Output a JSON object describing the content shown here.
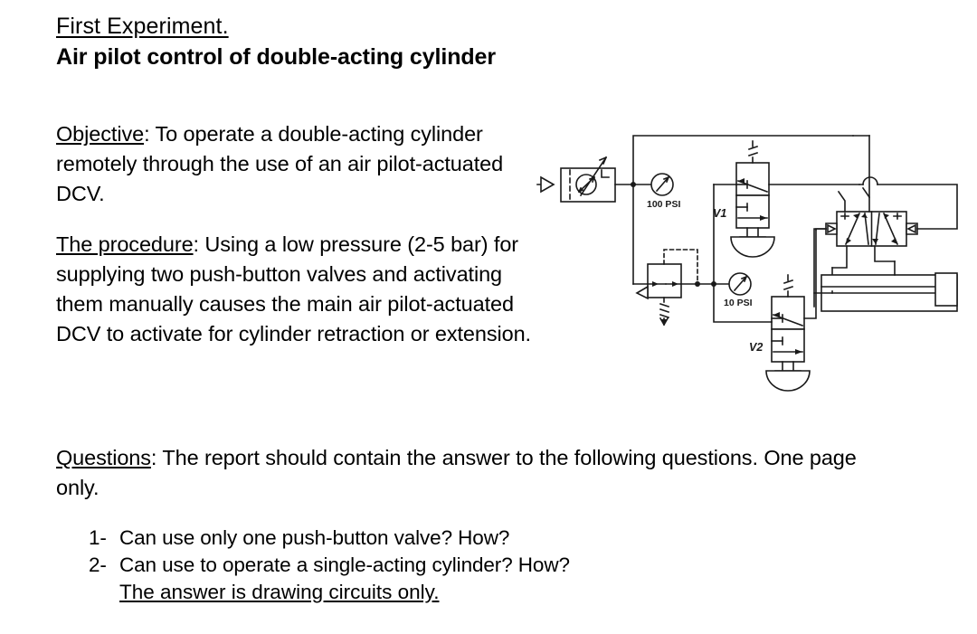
{
  "document": {
    "title": "First Experiment.",
    "subtitle": "Air pilot control of double-acting cylinder"
  },
  "sections": {
    "objective": {
      "label": "Objective",
      "separator": ": ",
      "text": "To operate a double-acting cylinder remotely through the use of an air pilot-actuated DCV."
    },
    "procedure": {
      "label": "The procedure",
      "separator": ": ",
      "text": "Using a low pressure (2-5 bar) for supplying two push-button valves and activating them manually causes the main air pilot-actuated DCV to activate for cylinder retraction or extension."
    },
    "questions": {
      "label": "Questions",
      "separator": ": ",
      "text": "The report should contain the answer to the following questions. One page only."
    }
  },
  "question_list": [
    {
      "number": "1-",
      "text": "Can use only one push-button valve? How?"
    },
    {
      "number": "2-",
      "text": "Can use to operate a single-acting cylinder? How?"
    }
  ],
  "question_note": "The answer is drawing circuits only.",
  "circuit": {
    "name": "air-pilot-double-acting-cylinder-circuit",
    "labels": {
      "gauge_supply": "100 PSI",
      "gauge_pilot": "10 PSI",
      "valve_one": "V1",
      "valve_two": "V2"
    },
    "components": [
      "air-supply-source",
      "filter-regulator-unit",
      "supply-pressure-gauge-100psi",
      "pilot-pressure-regulator",
      "pilot-pressure-gauge-10psi",
      "push-button-valve-v1",
      "push-button-valve-v2",
      "air-pilot-actuated-5-2-dcv",
      "double-acting-cylinder"
    ],
    "colors": {
      "line": "#1a1a1a",
      "background": "#ffffff"
    }
  }
}
